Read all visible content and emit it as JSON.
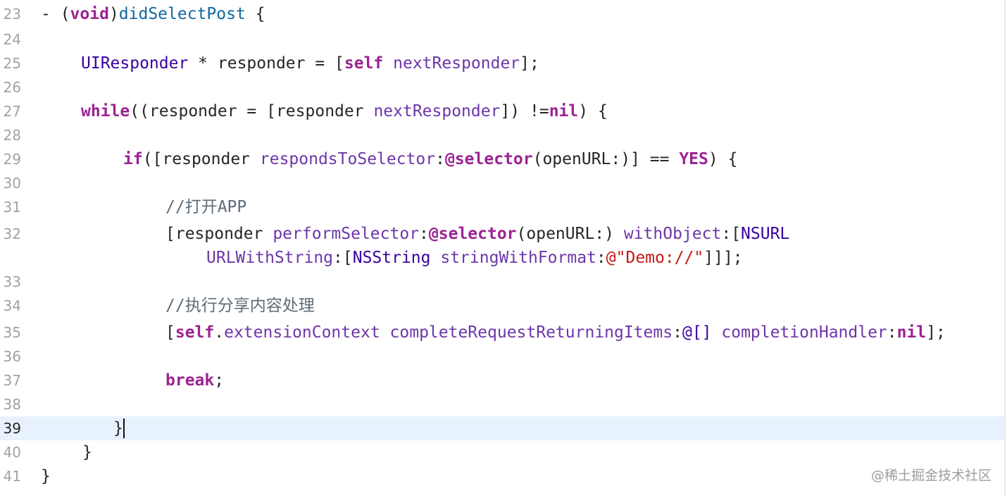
{
  "editor": {
    "current_line": "39",
    "lines": [
      {
        "number": "23",
        "tokens": [
          {
            "text": "- (",
            "cls": "plain"
          },
          {
            "text": "void",
            "cls": "kw"
          },
          {
            "text": ")",
            "cls": "plain"
          },
          {
            "text": "didSelectPost",
            "cls": "fn"
          },
          {
            "text": " {",
            "cls": "plain"
          }
        ]
      },
      {
        "number": "24",
        "tokens": []
      },
      {
        "number": "25",
        "tokens": [
          {
            "text": "UIResponder",
            "cls": "type"
          },
          {
            "text": " * responder = [",
            "cls": "plain"
          },
          {
            "text": "self",
            "cls": "kw"
          },
          {
            "text": " ",
            "cls": "plain"
          },
          {
            "text": "nextResponder",
            "cls": "method"
          },
          {
            "text": "];",
            "cls": "plain"
          }
        ]
      },
      {
        "number": "26",
        "tokens": []
      },
      {
        "number": "27",
        "tokens": [
          {
            "text": "while",
            "cls": "kw"
          },
          {
            "text": "((responder = [responder ",
            "cls": "plain"
          },
          {
            "text": "nextResponder",
            "cls": "method"
          },
          {
            "text": "]) !=",
            "cls": "plain"
          },
          {
            "text": "nil",
            "cls": "kw"
          },
          {
            "text": ") {",
            "cls": "plain"
          }
        ]
      },
      {
        "number": "28",
        "tokens": []
      },
      {
        "number": "29",
        "tokens": [
          {
            "text": "if",
            "cls": "kw"
          },
          {
            "text": "([responder ",
            "cls": "plain"
          },
          {
            "text": "respondsToSelector",
            "cls": "method"
          },
          {
            "text": ":",
            "cls": "plain"
          },
          {
            "text": "@selector",
            "cls": "kw"
          },
          {
            "text": "(openURL:)] == ",
            "cls": "plain"
          },
          {
            "text": "YES",
            "cls": "kw"
          },
          {
            "text": ") {",
            "cls": "plain"
          }
        ]
      },
      {
        "number": "30",
        "tokens": []
      },
      {
        "number": "31",
        "tokens": [
          {
            "text": "//打开APP",
            "cls": "comment"
          }
        ]
      },
      {
        "number": "32",
        "tokens": [
          {
            "text": "[responder ",
            "cls": "plain"
          },
          {
            "text": "performSelector",
            "cls": "method"
          },
          {
            "text": ":",
            "cls": "plain"
          },
          {
            "text": "@selector",
            "cls": "kw"
          },
          {
            "text": "(openURL:) ",
            "cls": "plain"
          },
          {
            "text": "withObject",
            "cls": "method"
          },
          {
            "text": ":[",
            "cls": "plain"
          },
          {
            "text": "NSURL",
            "cls": "type"
          }
        ]
      },
      {
        "number": "",
        "tokens": [
          {
            "text": "URLWithString",
            "cls": "method"
          },
          {
            "text": ":[",
            "cls": "plain"
          },
          {
            "text": "NSString",
            "cls": "type"
          },
          {
            "text": " ",
            "cls": "plain"
          },
          {
            "text": "stringWithFormat",
            "cls": "method"
          },
          {
            "text": ":",
            "cls": "plain"
          },
          {
            "text": "@\"Demo://\"",
            "cls": "str"
          },
          {
            "text": "]]];",
            "cls": "plain"
          }
        ]
      },
      {
        "number": "33",
        "tokens": []
      },
      {
        "number": "34",
        "tokens": [
          {
            "text": "//执行分享内容处理",
            "cls": "comment"
          }
        ]
      },
      {
        "number": "35",
        "tokens": [
          {
            "text": "[",
            "cls": "plain"
          },
          {
            "text": "self",
            "cls": "kw"
          },
          {
            "text": ".",
            "cls": "plain"
          },
          {
            "text": "extensionContext",
            "cls": "method"
          },
          {
            "text": " ",
            "cls": "plain"
          },
          {
            "text": "completeRequestReturningItems",
            "cls": "method"
          },
          {
            "text": ":",
            "cls": "plain"
          },
          {
            "text": "@[]",
            "cls": "type"
          },
          {
            "text": " ",
            "cls": "plain"
          },
          {
            "text": "completionHandler",
            "cls": "method"
          },
          {
            "text": ":",
            "cls": "plain"
          },
          {
            "text": "nil",
            "cls": "kw"
          },
          {
            "text": "];",
            "cls": "plain"
          }
        ]
      },
      {
        "number": "36",
        "tokens": []
      },
      {
        "number": "37",
        "tokens": [
          {
            "text": "break",
            "cls": "kw"
          },
          {
            "text": ";",
            "cls": "plain"
          }
        ]
      },
      {
        "number": "38",
        "tokens": []
      },
      {
        "number": "39",
        "tokens": [
          {
            "text": "}",
            "cls": "plain"
          }
        ]
      },
      {
        "number": "40",
        "tokens": [
          {
            "text": "}",
            "cls": "plain"
          }
        ]
      },
      {
        "number": "41",
        "tokens": [
          {
            "text": "}",
            "cls": "plain"
          }
        ]
      }
    ]
  },
  "watermark": "@稀土掘金技术社区",
  "colors": {
    "keyword": "#9b2393",
    "function": "#0f68a0",
    "type": "#3900a0",
    "method": "#6c36a9",
    "string": "#c41a16",
    "comment": "#5d6c79",
    "current_line_highlight": "#e8f2fe"
  }
}
